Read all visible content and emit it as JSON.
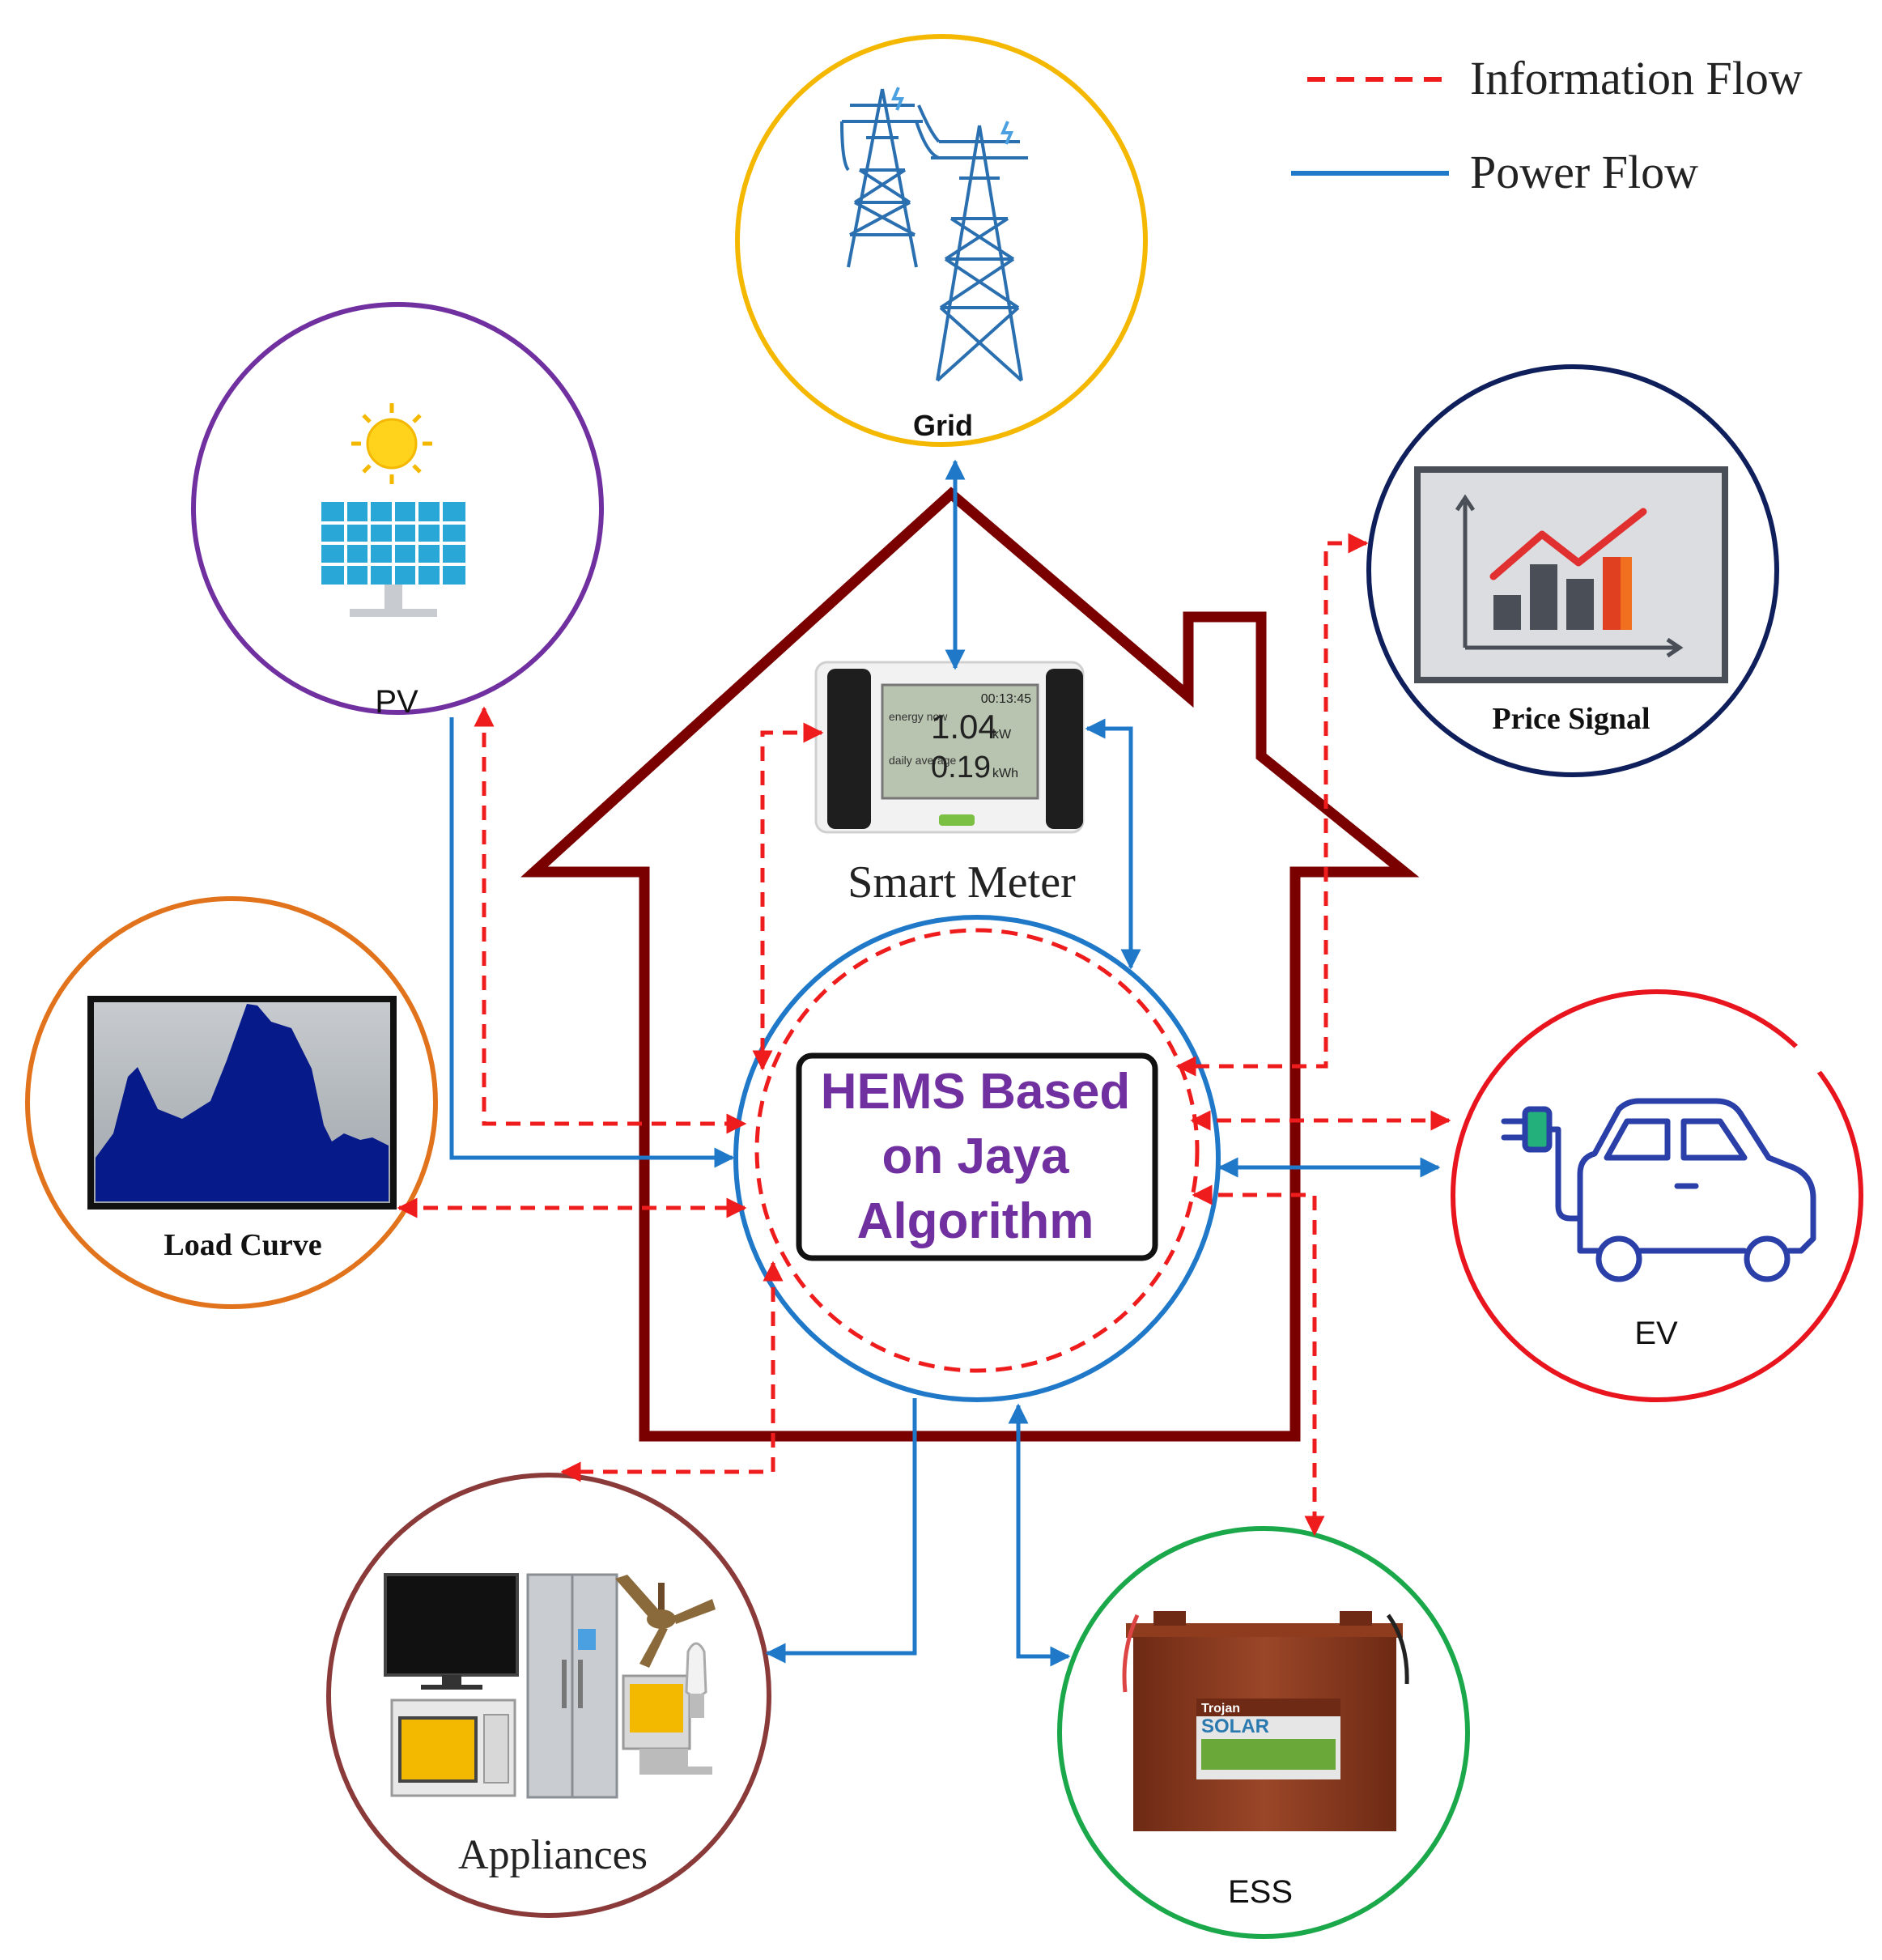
{
  "legend": {
    "information_flow": "Information Flow",
    "power_flow": "Power Flow"
  },
  "nodes": {
    "grid": "Grid",
    "pv": "PV",
    "price_signal": "Price Signal",
    "smart_meter": "Smart Meter",
    "load_curve": "Load Curve",
    "ev": "EV",
    "appliances": "Appliances",
    "ess": "ESS"
  },
  "center": {
    "line1": "HEMS Based",
    "line2": "on Jaya",
    "line3": "Algorithm"
  },
  "meter_display": {
    "time": "00:13:45",
    "reading_now": "1.04",
    "reading_now_unit": "kW",
    "reading_now_caption": "energy now",
    "reading_avg": "0.19",
    "reading_avg_unit": "kWh",
    "reading_avg_caption": "daily average"
  },
  "battery": {
    "brand": "Trojan",
    "model": "SOLAR"
  },
  "colors": {
    "information_flow": "#ee1c1c",
    "power_flow": "#1f78c8",
    "house": "#7a0000",
    "grid_circle": "#f5b800",
    "pv_circle": "#7030a0",
    "price_circle": "#0f1f5c",
    "load_circle": "#e2731d",
    "ev_circle": "#e8141e",
    "appliances_circle": "#8b3a3a",
    "ess_circle": "#1aa84a",
    "center_text": "#7030a0"
  }
}
